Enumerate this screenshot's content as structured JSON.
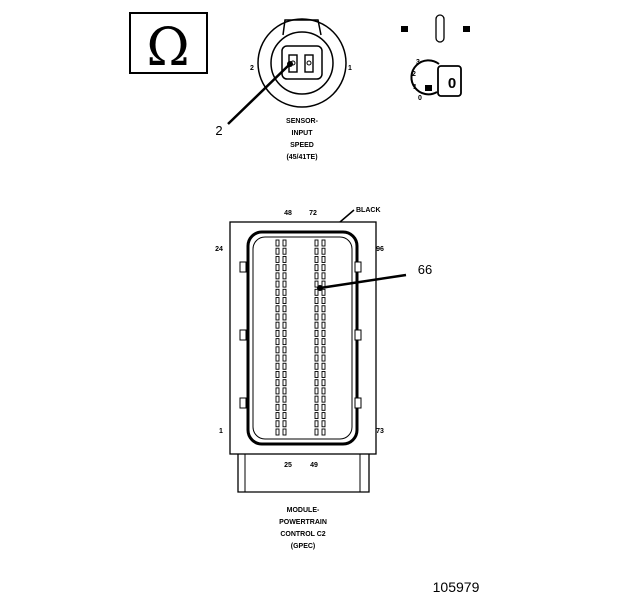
{
  "ohmmeter": {
    "symbol": "Ω",
    "icon": "ohm-symbol-icon"
  },
  "ignition_key": {
    "icon": "ignition-key-icon",
    "key_label": "0",
    "positions": [
      "3",
      "2",
      "1",
      "0"
    ]
  },
  "sensor": {
    "pin_left": "2",
    "pin_right": "1",
    "callout": "2",
    "caption": [
      "SENSOR-",
      "INPUT",
      "SPEED",
      "(45/41TE)"
    ]
  },
  "module": {
    "top_pin_left": "48",
    "top_pin_right": "72",
    "color_label": "BLACK",
    "left_top_pin": "24",
    "right_top_pin": "96",
    "left_bottom_pin": "1",
    "right_bottom_pin": "73",
    "bottom_pin_left": "25",
    "bottom_pin_right": "49",
    "callout": "66",
    "caption": [
      "MODULE-",
      "POWERTRAIN",
      "CONTROL C2",
      "(GPEC)"
    ]
  },
  "figure_number": "105979"
}
